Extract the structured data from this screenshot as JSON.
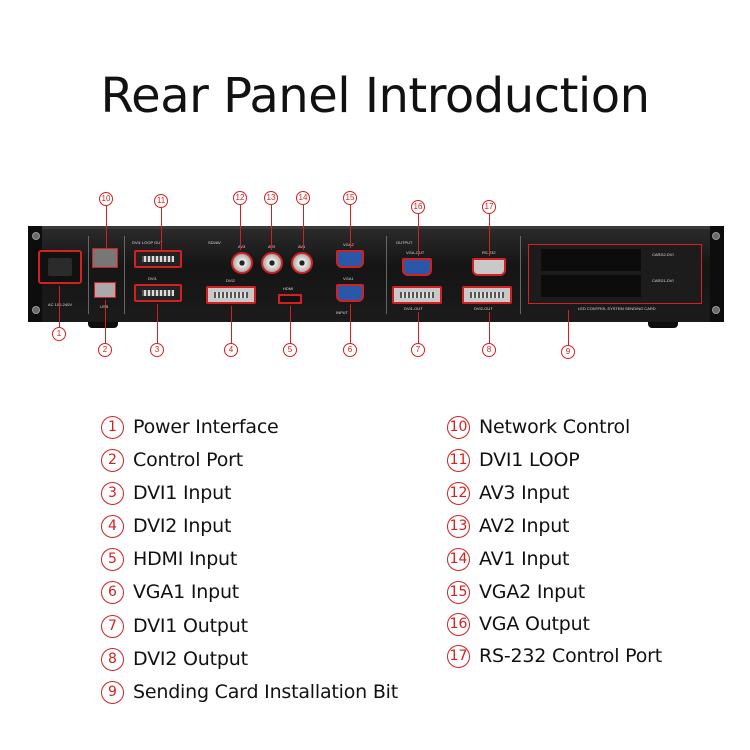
{
  "title": "Rear Panel Introduction",
  "colors": {
    "accent": "#d42020",
    "panel": "#1b1b1b",
    "text": "#111111"
  },
  "panel_labels": {
    "power": "AC 100-240V",
    "usb": "USB",
    "dvi1_loop": "DVI1 LOOP OUT",
    "dvi1": "DVI1",
    "dvi2": "DVI2",
    "sdi_av": "SDI/AV",
    "av3": "AV3",
    "av2": "AV2",
    "av1": "AV1",
    "hdmi": "HDMI",
    "vga2": "VGA2",
    "vga1": "VGA1",
    "input": "INPUT",
    "output": "OUTPUT",
    "vga_out": "VGA-OUT",
    "rs232": "RS-232",
    "dvi1_out": "DVI1-OUT",
    "dvi2_out": "DVI2-OUT",
    "card2": "CARD2-DVI",
    "card1": "CARD1-DVI",
    "sending_card": "LED CONTROL SYSTEM SENDING CARD"
  },
  "callouts": [
    "1",
    "2",
    "3",
    "4",
    "5",
    "6",
    "7",
    "8",
    "9",
    "10",
    "11",
    "12",
    "13",
    "14",
    "15",
    "16",
    "17"
  ],
  "legend_left": [
    {
      "num": "1",
      "label": "Power Interface"
    },
    {
      "num": "2",
      "label": "Control Port"
    },
    {
      "num": "3",
      "label": "DVI1 Input"
    },
    {
      "num": "4",
      "label": "DVI2 Input"
    },
    {
      "num": "5",
      "label": "HDMI Input"
    },
    {
      "num": "6",
      "label": "VGA1 Input"
    },
    {
      "num": "7",
      "label": "DVI1 Output"
    },
    {
      "num": "8",
      "label": "DVI2 Output"
    },
    {
      "num": "9",
      "label": "Sending Card Installation Bit"
    }
  ],
  "legend_right": [
    {
      "num": "10",
      "label": "Network Control"
    },
    {
      "num": "11",
      "label": "DVI1 LOOP"
    },
    {
      "num": "12",
      "label": "AV3 Input"
    },
    {
      "num": "13",
      "label": "AV2 Input"
    },
    {
      "num": "14",
      "label": "AV1 Input"
    },
    {
      "num": "15",
      "label": "VGA2 Input"
    },
    {
      "num": "16",
      "label": "VGA Output"
    },
    {
      "num": "17",
      "label": "RS-232 Control Port"
    }
  ]
}
